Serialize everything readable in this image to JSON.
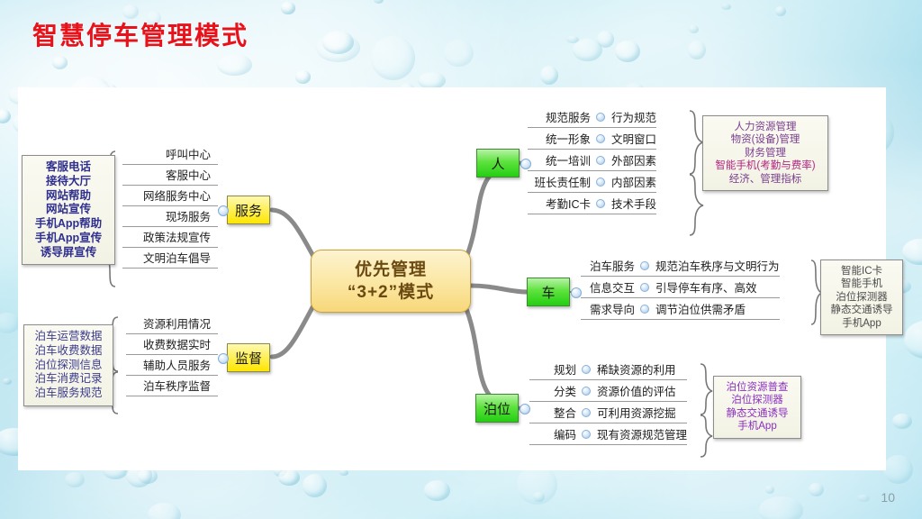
{
  "slide": {
    "title": "智慧停车管理模式",
    "page_number": "10",
    "title_color": "#e8121b",
    "background": "water-droplet-cyan"
  },
  "core": {
    "line1": "优先管理",
    "line2": "“3+2”模式",
    "color": "#f7d77a"
  },
  "branches": {
    "service": {
      "label": "服务",
      "color": "#ffe500",
      "items": [
        "呼叫中心",
        "客服中心",
        "网络服务中心",
        "现场服务",
        "政策法规宣传",
        "文明泊车倡导"
      ],
      "summary": [
        "客服电话",
        "接待大厅",
        "网站帮助",
        "网站宣传",
        "手机App帮助",
        "手机App宣传",
        "诱导屏宣传"
      ]
    },
    "supervise": {
      "label": "监督",
      "color": "#ffe500",
      "items": [
        "资源利用情况",
        "收费数据实时",
        "辅助人员服务",
        "泊车秩序监督"
      ],
      "summary": [
        "泊车运营数据",
        "泊车收费数据",
        "泊位探测信息",
        "泊车消费记录",
        "泊车服务规范"
      ]
    },
    "person": {
      "label": "人",
      "color": "#23cf12",
      "rows": [
        {
          "key": "规范服务",
          "value": "行为规范"
        },
        {
          "key": "统一形象",
          "value": "文明窗口"
        },
        {
          "key": "统一培训",
          "value": "外部因素"
        },
        {
          "key": "班长责任制",
          "value": "内部因素"
        },
        {
          "key": "考勤IC卡",
          "value": "技术手段"
        }
      ],
      "summary": [
        "人力资源管理",
        "物资(设备)管理",
        "财务管理",
        "智能手机(考勤与费率)",
        "经济、管理指标"
      ],
      "summary_highlight_index": 3,
      "summary_color": "#7a3d8e"
    },
    "vehicle": {
      "label": "车",
      "color": "#23cf12",
      "rows": [
        {
          "key": "泊车服务",
          "value": "规范泊车秩序与文明行为"
        },
        {
          "key": "信息交互",
          "value": "引导停车有序、高效"
        },
        {
          "key": "需求导向",
          "value": "调节泊位供需矛盾"
        }
      ],
      "summary": [
        "智能IC卡",
        "智能手机",
        "泊位探测器",
        "静态交通诱导",
        "手机App"
      ],
      "summary_color": "#4b4b4b"
    },
    "parking_space": {
      "label": "泊位",
      "color": "#23cf12",
      "rows": [
        {
          "key": "规划",
          "value": "稀缺资源的利用"
        },
        {
          "key": "分类",
          "value": "资源价值的评估"
        },
        {
          "key": "整合",
          "value": "可利用资源挖掘"
        },
        {
          "key": "编码",
          "value": "现有资源规范管理"
        }
      ],
      "summary": [
        "泊位资源普查",
        "泊位探测器",
        "静态交通诱导",
        "手机App"
      ],
      "summary_color": "#8a2fbe"
    }
  }
}
